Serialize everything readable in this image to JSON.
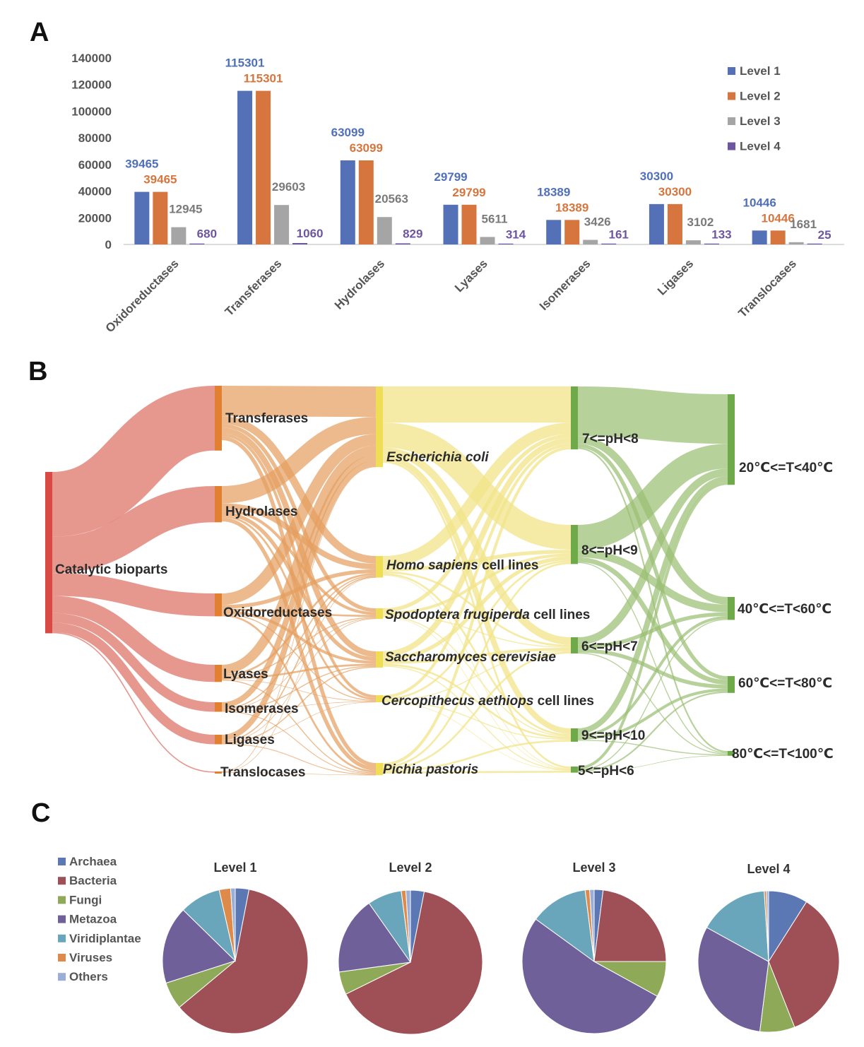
{
  "panels": [
    "A",
    "B",
    "C"
  ],
  "chart_data": [
    {
      "type": "bar",
      "categories": [
        "Oxidoreductases",
        "Transferases",
        "Hydrolases",
        "Lyases",
        "Isomerases",
        "Ligases",
        "Translocases"
      ],
      "series": [
        {
          "name": "Level 1",
          "color": "#5470b6",
          "values": [
            39465,
            115301,
            63099,
            29799,
            18389,
            30300,
            10446
          ]
        },
        {
          "name": "Level 2",
          "color": "#d6763e",
          "values": [
            39465,
            115301,
            63099,
            29799,
            18389,
            30300,
            10446
          ]
        },
        {
          "name": "Level 3",
          "color": "#a5a5a5",
          "values": [
            12945,
            29603,
            20563,
            5611,
            3426,
            3102,
            1681
          ]
        },
        {
          "name": "Level 4",
          "color": "#6e55a0",
          "values": [
            680,
            1060,
            829,
            314,
            161,
            133,
            25
          ]
        }
      ],
      "yticks": [
        "0",
        "20000",
        "40000",
        "60000",
        "80000",
        "100000",
        "120000",
        "140000"
      ],
      "ylim": [
        0,
        140000
      ],
      "legend_position": "top-right",
      "grid": false
    },
    {
      "type": "sankey",
      "nodes": [
        {
          "id": "root",
          "label": "Catalytic bioparts",
          "italic": false,
          "color": "#d94a45"
        },
        {
          "id": "c_tra",
          "label": "Transferases",
          "italic": false,
          "color": "#e08030"
        },
        {
          "id": "c_hyd",
          "label": "Hydrolases",
          "italic": false,
          "color": "#e08030"
        },
        {
          "id": "c_oxi",
          "label": "Oxidoreductases",
          "italic": false,
          "color": "#e08030"
        },
        {
          "id": "c_lya",
          "label": "Lyases",
          "italic": false,
          "color": "#e08030"
        },
        {
          "id": "c_iso",
          "label": "Isomerases",
          "italic": false,
          "color": "#e08030"
        },
        {
          "id": "c_lig",
          "label": "Ligases",
          "italic": false,
          "color": "#e08030"
        },
        {
          "id": "c_trl",
          "label": "Translocases",
          "italic": false,
          "color": "#e08030"
        },
        {
          "id": "h_eco",
          "label": "Escherichia coli",
          "italic": true,
          "color": "#eedd55"
        },
        {
          "id": "h_hom",
          "label": "Homo sapiens cell lines",
          "italic": true,
          "color": "#eedd55"
        },
        {
          "id": "h_spo",
          "label": "Spodoptera frugiperda cell lines",
          "italic": true,
          "color": "#eedd55"
        },
        {
          "id": "h_sac",
          "label": "Saccharomyces cerevisiae",
          "italic": true,
          "color": "#eedd55"
        },
        {
          "id": "h_cer",
          "label": "Cercopithecus aethiops cell lines",
          "italic": true,
          "color": "#eedd55"
        },
        {
          "id": "h_pic",
          "label": "Pichia pastoris",
          "italic": true,
          "color": "#eedd55"
        },
        {
          "id": "p_78",
          "label": "7<=pH<8",
          "italic": false,
          "color": "#6ea94a"
        },
        {
          "id": "p_89",
          "label": "8<=pH<9",
          "italic": false,
          "color": "#6ea94a"
        },
        {
          "id": "p_67",
          "label": "6<=pH<7",
          "italic": false,
          "color": "#6ea94a"
        },
        {
          "id": "p_910",
          "label": "9<=pH<10",
          "italic": false,
          "color": "#6ea94a"
        },
        {
          "id": "p_56",
          "label": "5<=pH<6",
          "italic": false,
          "color": "#6ea94a"
        },
        {
          "id": "t_2040",
          "label": "20℃<=T<40℃",
          "italic": false,
          "color": "#6ea94a"
        },
        {
          "id": "t_4060",
          "label": "40℃<=T<60℃",
          "italic": false,
          "color": "#6ea94a"
        },
        {
          "id": "t_6080",
          "label": "60℃<=T<80℃",
          "italic": false,
          "color": "#6ea94a"
        },
        {
          "id": "t_80100",
          "label": "80℃<=T<100℃",
          "italic": false,
          "color": "#6ea94a"
        }
      ],
      "links": [
        [
          "root",
          "c_tra",
          34
        ],
        [
          "root",
          "c_hyd",
          19
        ],
        [
          "root",
          "c_oxi",
          12
        ],
        [
          "root",
          "c_lya",
          9
        ],
        [
          "root",
          "c_iso",
          5
        ],
        [
          "root",
          "c_lig",
          5
        ],
        [
          "root",
          "c_trl",
          0.6
        ],
        [
          "c_tra",
          "h_eco",
          16
        ],
        [
          "c_tra",
          "h_hom",
          4
        ],
        [
          "c_tra",
          "h_spo",
          2
        ],
        [
          "c_tra",
          "h_sac",
          3
        ],
        [
          "c_tra",
          "h_cer",
          1.5
        ],
        [
          "c_tra",
          "h_pic",
          2
        ],
        [
          "c_hyd",
          "h_eco",
          9
        ],
        [
          "c_hyd",
          "h_hom",
          3
        ],
        [
          "c_hyd",
          "h_spo",
          1.5
        ],
        [
          "c_hyd",
          "h_sac",
          2
        ],
        [
          "c_hyd",
          "h_cer",
          1
        ],
        [
          "c_hyd",
          "h_pic",
          2
        ],
        [
          "c_oxi",
          "h_eco",
          6
        ],
        [
          "c_oxi",
          "h_hom",
          2
        ],
        [
          "c_oxi",
          "h_spo",
          1
        ],
        [
          "c_oxi",
          "h_sac",
          1.5
        ],
        [
          "c_oxi",
          "h_cer",
          0.5
        ],
        [
          "c_oxi",
          "h_pic",
          1
        ],
        [
          "c_lya",
          "h_eco",
          5
        ],
        [
          "c_lya",
          "h_hom",
          1
        ],
        [
          "c_lya",
          "h_spo",
          0.5
        ],
        [
          "c_lya",
          "h_sac",
          1
        ],
        [
          "c_lya",
          "h_cer",
          0.3
        ],
        [
          "c_lya",
          "h_pic",
          0.5
        ],
        [
          "c_iso",
          "h_eco",
          3
        ],
        [
          "c_iso",
          "h_hom",
          0.6
        ],
        [
          "c_iso",
          "h_spo",
          0.3
        ],
        [
          "c_iso",
          "h_sac",
          0.5
        ],
        [
          "c_iso",
          "h_cer",
          0.2
        ],
        [
          "c_iso",
          "h_pic",
          0.4
        ],
        [
          "c_lig",
          "h_eco",
          3
        ],
        [
          "c_lig",
          "h_hom",
          0.6
        ],
        [
          "c_lig",
          "h_spo",
          0.3
        ],
        [
          "c_lig",
          "h_sac",
          0.5
        ],
        [
          "c_lig",
          "h_cer",
          0.2
        ],
        [
          "c_lig",
          "h_pic",
          0.4
        ],
        [
          "c_trl",
          "h_eco",
          0.3
        ],
        [
          "c_trl",
          "h_hom",
          0.1
        ],
        [
          "c_trl",
          "h_pic",
          0.1
        ],
        [
          "h_eco",
          "p_78",
          19
        ],
        [
          "h_eco",
          "p_89",
          13
        ],
        [
          "h_eco",
          "p_67",
          4
        ],
        [
          "h_eco",
          "p_910",
          3
        ],
        [
          "h_eco",
          "p_56",
          1
        ],
        [
          "h_hom",
          "p_78",
          6
        ],
        [
          "h_hom",
          "p_89",
          2
        ],
        [
          "h_hom",
          "p_67",
          1
        ],
        [
          "h_hom",
          "p_910",
          1
        ],
        [
          "h_hom",
          "p_56",
          0.3
        ],
        [
          "h_spo",
          "p_78",
          2
        ],
        [
          "h_spo",
          "p_89",
          1.5
        ],
        [
          "h_spo",
          "p_67",
          0.5
        ],
        [
          "h_spo",
          "p_910",
          0.5
        ],
        [
          "h_spo",
          "p_56",
          0.2
        ],
        [
          "h_sac",
          "p_78",
          3
        ],
        [
          "h_sac",
          "p_89",
          2
        ],
        [
          "h_sac",
          "p_67",
          1.5
        ],
        [
          "h_sac",
          "p_910",
          1
        ],
        [
          "h_sac",
          "p_56",
          0.5
        ],
        [
          "h_cer",
          "p_78",
          1.5
        ],
        [
          "h_cer",
          "p_89",
          1
        ],
        [
          "h_cer",
          "p_67",
          0.5
        ],
        [
          "h_cer",
          "p_910",
          0.5
        ],
        [
          "h_cer",
          "p_56",
          0.2
        ],
        [
          "h_pic",
          "p_78",
          1.5
        ],
        [
          "h_pic",
          "p_89",
          1
        ],
        [
          "h_pic",
          "p_67",
          1
        ],
        [
          "h_pic",
          "p_910",
          1
        ],
        [
          "h_pic",
          "p_56",
          1
        ],
        [
          "p_78",
          "t_2040",
          26
        ],
        [
          "p_78",
          "t_4060",
          4
        ],
        [
          "p_78",
          "t_6080",
          2
        ],
        [
          "p_78",
          "t_80100",
          0.8
        ],
        [
          "p_89",
          "t_2040",
          13
        ],
        [
          "p_89",
          "t_4060",
          4
        ],
        [
          "p_89",
          "t_6080",
          2.5
        ],
        [
          "p_89",
          "t_80100",
          0.5
        ],
        [
          "p_67",
          "t_2040",
          4
        ],
        [
          "p_67",
          "t_4060",
          2
        ],
        [
          "p_67",
          "t_6080",
          2
        ],
        [
          "p_67",
          "t_80100",
          0.5
        ],
        [
          "p_910",
          "t_2040",
          3
        ],
        [
          "p_910",
          "t_4060",
          1.5
        ],
        [
          "p_910",
          "t_6080",
          1.5
        ],
        [
          "p_910",
          "t_80100",
          0.5
        ],
        [
          "p_56",
          "t_2040",
          1.5
        ],
        [
          "p_56",
          "t_4060",
          0.5
        ],
        [
          "p_56",
          "t_6080",
          0.8
        ],
        [
          "p_56",
          "t_80100",
          0.2
        ]
      ]
    },
    {
      "type": "pie",
      "legend": [
        {
          "name": "Archaea",
          "color": "#5b78b4"
        },
        {
          "name": "Bacteria",
          "color": "#9e5056"
        },
        {
          "name": "Fungi",
          "color": "#8eaa58"
        },
        {
          "name": "Metazoa",
          "color": "#70609a"
        },
        {
          "name": "Viridiplantae",
          "color": "#6aa6bb"
        },
        {
          "name": "Viruses",
          "color": "#dd8a4a"
        },
        {
          "name": "Others",
          "color": "#9aaed6"
        }
      ],
      "pies": [
        {
          "title": "Level 1",
          "values": [
            3,
            60,
            6,
            17,
            9,
            2.5,
            1
          ]
        },
        {
          "title": "Level 2",
          "values": [
            3,
            63,
            5,
            17,
            7.5,
            1,
            1
          ]
        },
        {
          "title": "Level 3",
          "values": [
            2,
            23,
            8,
            52,
            13,
            1,
            1
          ]
        },
        {
          "title": "Level 4",
          "values": [
            9,
            35,
            8,
            31,
            16,
            0.5,
            0.5
          ]
        }
      ]
    }
  ]
}
